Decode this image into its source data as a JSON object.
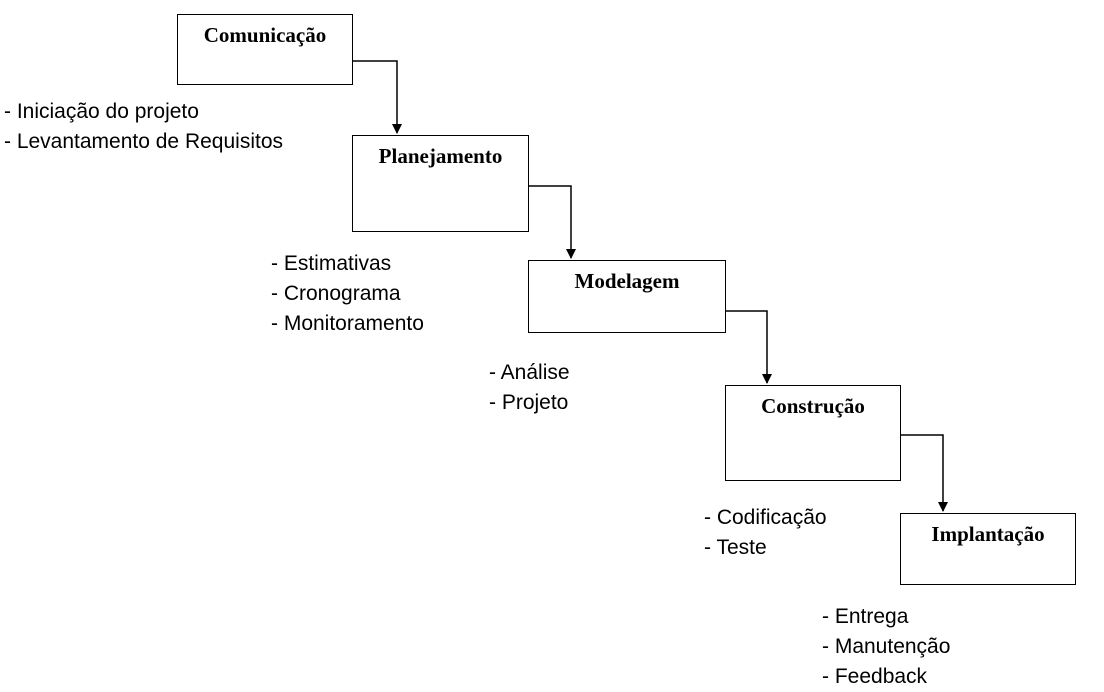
{
  "phases": [
    {
      "id": "comunicacao",
      "title": "Comunicação",
      "activities": [
        "- Iniciação do projeto",
        "- Levantamento de Requisitos"
      ]
    },
    {
      "id": "planejamento",
      "title": "Planejamento",
      "activities": [
        "- Estimativas",
        "- Cronograma",
        "- Monitoramento"
      ]
    },
    {
      "id": "modelagem",
      "title": "Modelagem",
      "activities": [
        "- Análise",
        "- Projeto"
      ]
    },
    {
      "id": "construcao",
      "title": "Construção",
      "activities": [
        "- Codificação",
        "- Teste"
      ]
    },
    {
      "id": "implantacao",
      "title": "Implantação",
      "activities": [
        "- Entrega",
        "- Manutenção",
        "- Feedback"
      ]
    }
  ],
  "colors": {
    "line": "#000000",
    "text": "#000000",
    "background": "#ffffff"
  }
}
